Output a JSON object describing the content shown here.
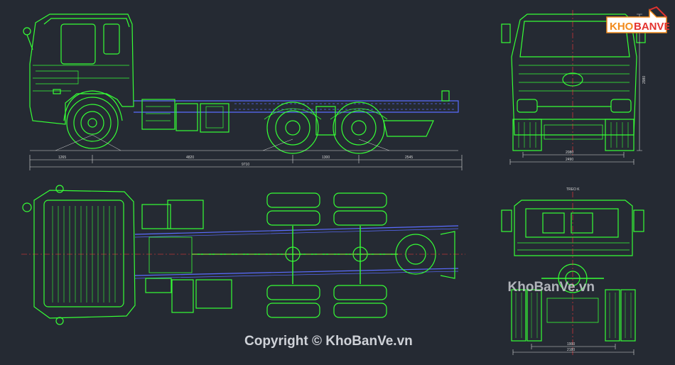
{
  "watermark": {
    "logo_kho": "KHO",
    "logo_banve": "BANVE",
    "site": "KhoBanVe.vn",
    "copyright": "Copyright © KhoBanVe.vn"
  },
  "dimensions": {
    "side": [
      "1265",
      "4820",
      "1300",
      "2545",
      "9710"
    ],
    "front": [
      "2080",
      "2490",
      "2980"
    ],
    "rear": [
      "1900",
      "2180"
    ],
    "rear_title": "TREO K"
  },
  "colors": {
    "background": "#252a33",
    "drawing_green": "#36ff36",
    "frame_blue": "#5a6cff",
    "center_red": "#ff3b3b",
    "dimension_white": "#d8d8d8",
    "logo_red": "#e4332f",
    "logo_orange": "#f28b1d"
  }
}
